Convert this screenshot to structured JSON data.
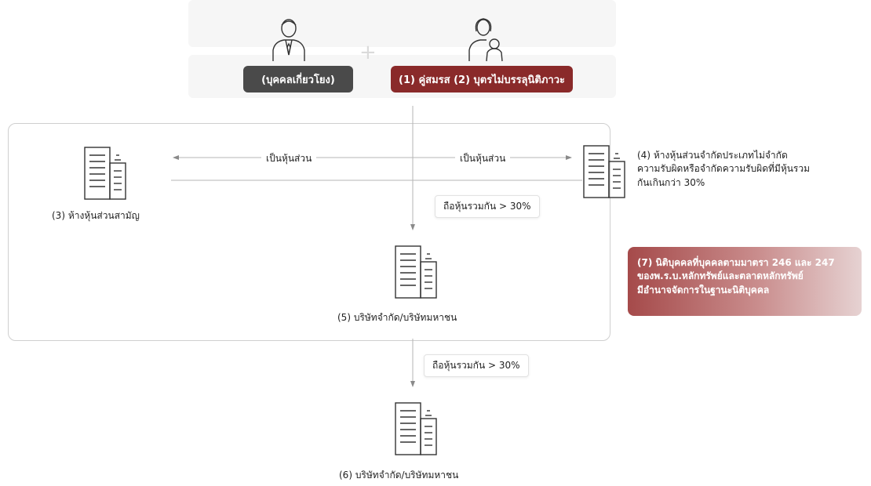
{
  "colors": {
    "dark_pill": "#4a4a4a",
    "accent_pill": "#8a2a2a",
    "line": "#b5b5b5",
    "card_gradient_start": "#a54a4a"
  },
  "top": {
    "related_person_label": "(บุคคลเกี่ยวโยง)",
    "plus_symbol": "+",
    "spouse_label": "(1) คู่สมรส (2) บุตรไม่บรรลุนิติภาวะ"
  },
  "relations": {
    "left_partner_label": "เป็นหุ้นส่วน",
    "right_partner_label": "เป็นหุ้นส่วน",
    "share_label_1": "ถือหุ้นรวมกัน > 30%",
    "share_label_2": "ถือหุ้นรวมกัน > 30%"
  },
  "entities": {
    "e3": "(3) ห้างหุ้นส่วนสามัญ",
    "e4_lines": [
      "(4) ห้างหุ้นส่วนจำกัดประเภทไม่จำกัด",
      "ความรับผิดหรือจำกัดความรับผิดที่มีหุ้นรวม",
      "กันเกินกว่า 30%"
    ],
    "e5": "(5) บริษัทจำกัด/บริษัทมหาชน",
    "e6": "(6) บริษัทจำกัด/บริษัทมหาชน",
    "e7_lines": [
      "(7) นิติบุคคลที่บุคคลตามมาตรา 246 และ 247",
      "ของพ.ร.บ.หลักทรัพย์และตลาดหลักทรัพย์",
      "มีอำนาจจัดการในฐานะนิติบุคคล"
    ]
  },
  "icons": {
    "person_male": "man-person-icon",
    "person_female_child": "mother-child-icon",
    "building": "office-building-icon"
  }
}
